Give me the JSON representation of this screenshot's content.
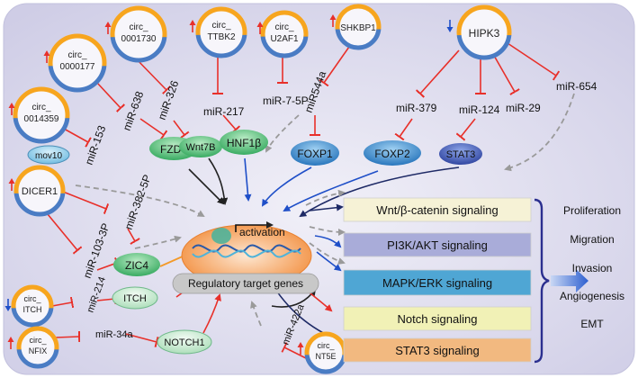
{
  "circles": [
    {
      "id": "c177",
      "label": [
        "circ_",
        "0000177"
      ],
      "up": true
    },
    {
      "id": "c1730",
      "label": [
        "circ_",
        "0001730"
      ],
      "up": true
    },
    {
      "id": "c14359",
      "label": [
        "circ_",
        "0014359"
      ],
      "up": true
    },
    {
      "id": "cttbk2",
      "label": [
        "circ_",
        "TTBK2"
      ],
      "up": true
    },
    {
      "id": "cu2af1",
      "label": [
        "circ_",
        "U2AF1"
      ],
      "up": true
    },
    {
      "id": "cshkbp1",
      "label": [
        "SHKBP1"
      ],
      "up": true
    },
    {
      "id": "chipk3",
      "label": [
        "HIPK3"
      ],
      "up": false
    },
    {
      "id": "cdicer1",
      "label": [
        "DICER1"
      ],
      "up": true
    },
    {
      "id": "citch",
      "label": [
        "circ_",
        "ITCH"
      ],
      "up": false
    },
    {
      "id": "cnfix",
      "label": [
        "circ_",
        "NFIX"
      ],
      "up": true
    },
    {
      "id": "cnt5e",
      "label": [
        "circ_",
        "NT5E"
      ],
      "up": true
    }
  ],
  "mirnas": {
    "m638": "miR-638",
    "m326": "miR-326",
    "m153": "miR-153",
    "m217": "miR-217",
    "m7": "miR-7-5P",
    "m544": "miR544a",
    "m379": "miR-379",
    "m124": "miR-124",
    "m29": "miR-29",
    "m654": "miR-654",
    "m382": "miR-382-5P",
    "m103": "miR-103-3P",
    "m214": "miR-214",
    "m34": "miR-34a",
    "m422": "miR-422a"
  },
  "targets": {
    "fzd7": "FZD7",
    "wnt7b": "Wnt7B",
    "hnf1b": "HNF1β",
    "foxp1": "FOXP1",
    "foxp2": "FOXP2",
    "stat3": "STAT3",
    "zic4": "ZIC4",
    "itch": "ITCH",
    "notch1": "NOTCH1",
    "mov10": "mov10"
  },
  "center": {
    "activation": "activation",
    "regulatory": "Regulatory target genes"
  },
  "pathways": [
    {
      "id": "wnt",
      "label": "Wnt/β-catenin signaling",
      "color": "#f6f2d6"
    },
    {
      "id": "pi3k",
      "label": "PI3K/AKT signaling",
      "color": "#a9acd9"
    },
    {
      "id": "mapk",
      "label": "MAPK/ERK signaling",
      "color": "#4fa6d4"
    },
    {
      "id": "notch",
      "label": "Notch signaling",
      "color": "#f1f1b6"
    },
    {
      "id": "stat3",
      "label": "STAT3  signaling",
      "color": "#f2b980"
    }
  ],
  "outcomes": [
    "Proliferation",
    "Migration",
    "Invasion",
    "Angiogenesis",
    "EMT"
  ],
  "colors": {
    "inhibit": "#e8302a",
    "activate_black": "#222222",
    "activate_blue": "#1f4fc8",
    "dashed": "#9a9a9a",
    "background": "#dedcf0"
  }
}
